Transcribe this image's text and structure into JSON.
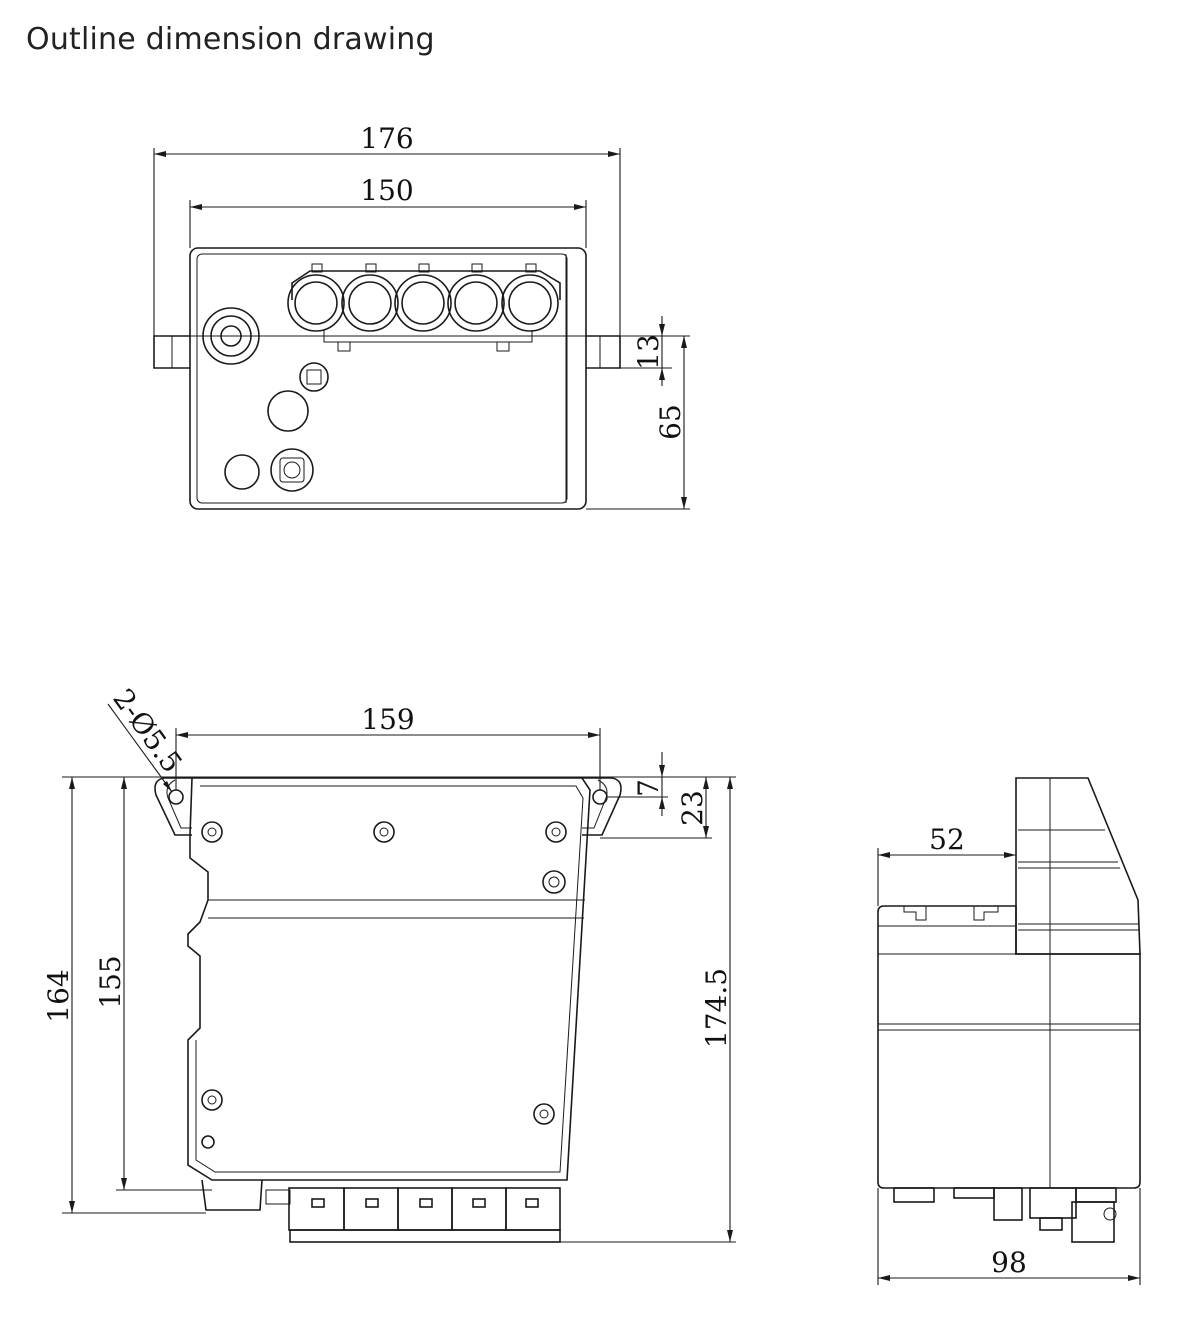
{
  "title": "Outline dimension drawing",
  "dimensions": {
    "top_view": {
      "overall_width": "176",
      "body_width": "150",
      "flange_height": "13",
      "total_height": "65"
    },
    "front_view": {
      "hole_spec": "2-Ø5.5",
      "hole_spacing": "159",
      "hole_offset": "7",
      "flange_depth": "23",
      "height_left": "164",
      "height_inner": "155",
      "height_total": "174.5"
    },
    "side_view": {
      "upper_width": "52",
      "overall_width": "98"
    }
  }
}
